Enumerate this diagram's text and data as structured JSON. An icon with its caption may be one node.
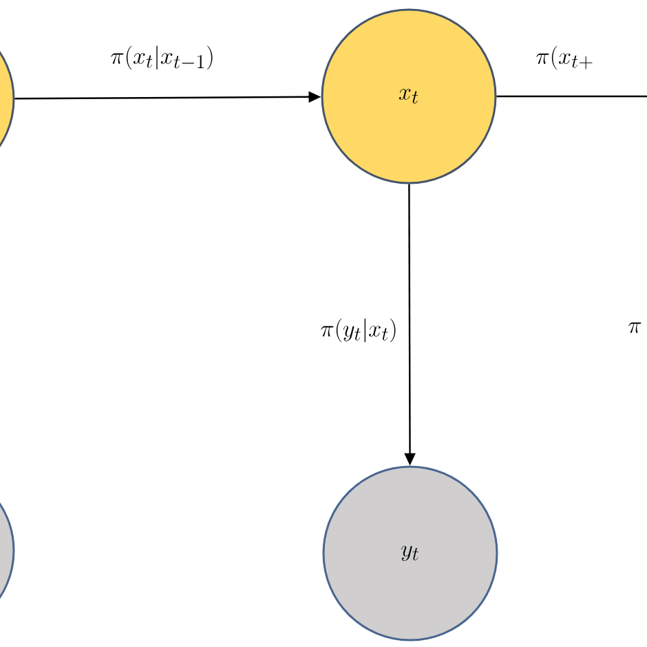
{
  "diagram": {
    "nodes": [
      {
        "text": [],
        "shape": "circle"
      },
      {
        "text": [
          "x_t"
        ]
      },
      {
        "text": [],
        "shape": "circle"
      },
      {
        "text": [
          "y_t"
        ]
      }
    ],
    "edges": [
      {
        "from": 0,
        "to": 1,
        "arrow": "to",
        "label": "\\pi(x_t|x_{t-1})"
      },
      {
        "from": 1,
        "to": null,
        "arrow": "none",
        "label": "\\pi(x_{t+}"
      },
      {
        "from": 1,
        "to": 3,
        "arrow": "to",
        "label": "\\pi(y_t|x_t)"
      }
    ],
    "labels": [
      "\\pi"
    ]
  }
}
